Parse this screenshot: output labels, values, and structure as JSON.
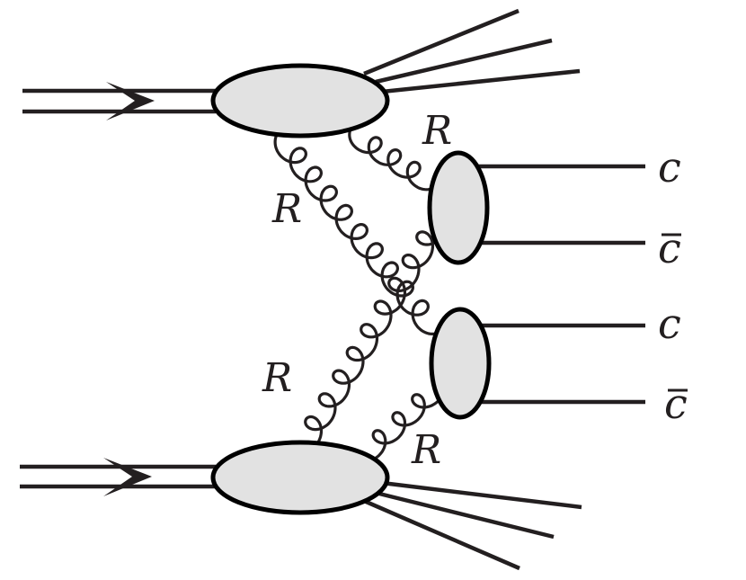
{
  "labels": {
    "r_upper_right": "R",
    "r_upper_left": "R",
    "r_lower_left": "R",
    "r_lower_right": "R",
    "quark_1": "c",
    "quark_2": "c",
    "antiquark_1": "c",
    "antiquark_2": "c"
  },
  "colors": {
    "ink": "#231f20",
    "blob_fill": "#e2e2e2",
    "blob_stroke": "#000000"
  }
}
